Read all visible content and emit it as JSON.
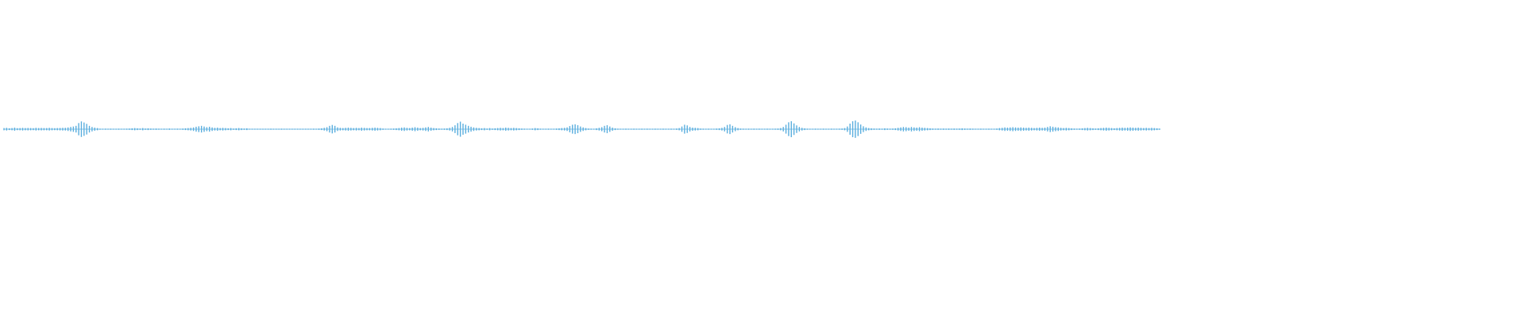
{
  "waveform": {
    "color": "#5aaede",
    "background": "#ffffff",
    "played_fraction": 0,
    "duration_fraction_drawn": 0.76,
    "amplitude_envelope": [
      0.1,
      0.12,
      0.08,
      0.1,
      0.14,
      0.09,
      0.1,
      0.12,
      0.1,
      0.11,
      0.1,
      0.09,
      0.12,
      0.1,
      0.11,
      0.1,
      0.1,
      0.12,
      0.1,
      0.09,
      0.1,
      0.11,
      0.12,
      0.12,
      0.16,
      0.2,
      0.24,
      0.3,
      0.55,
      0.7,
      0.6,
      0.48,
      0.3,
      0.2,
      0.14,
      0.1,
      0.05,
      0.04,
      0.05,
      0.04,
      0.05,
      0.04,
      0.04,
      0.05,
      0.04,
      0.04,
      0.05,
      0.06,
      0.08,
      0.1,
      0.08,
      0.06,
      0.1,
      0.06,
      0.08,
      0.06,
      0.05,
      0.06,
      0.05,
      0.04,
      0.05,
      0.04,
      0.06,
      0.04,
      0.04,
      0.05,
      0.04,
      0.06,
      0.08,
      0.1,
      0.12,
      0.16,
      0.22,
      0.26,
      0.3,
      0.24,
      0.18,
      0.22,
      0.16,
      0.12,
      0.14,
      0.1,
      0.12,
      0.1,
      0.08,
      0.1,
      0.06,
      0.08,
      0.1,
      0.08,
      0.06,
      0.08,
      0.04,
      0.03,
      0.04,
      0.03,
      0.03,
      0.04,
      0.03,
      0.04,
      0.05,
      0.04,
      0.03,
      0.04,
      0.05,
      0.03,
      0.03,
      0.04,
      0.03,
      0.03,
      0.04,
      0.03,
      0.03,
      0.04,
      0.03,
      0.04,
      0.05,
      0.04,
      0.06,
      0.08,
      0.12,
      0.18,
      0.3,
      0.38,
      0.3,
      0.16,
      0.12,
      0.1,
      0.12,
      0.14,
      0.12,
      0.1,
      0.12,
      0.1,
      0.14,
      0.12,
      0.1,
      0.1,
      0.12,
      0.14,
      0.12,
      0.1,
      0.06,
      0.04,
      0.04,
      0.05,
      0.06,
      0.08,
      0.1,
      0.14,
      0.16,
      0.12,
      0.1,
      0.14,
      0.18,
      0.14,
      0.1,
      0.12,
      0.16,
      0.2,
      0.14,
      0.1,
      0.08,
      0.06,
      0.05,
      0.06,
      0.08,
      0.12,
      0.2,
      0.35,
      0.55,
      0.68,
      0.5,
      0.4,
      0.3,
      0.22,
      0.16,
      0.12,
      0.1,
      0.08,
      0.1,
      0.06,
      0.1,
      0.06,
      0.08,
      0.1,
      0.12,
      0.1,
      0.14,
      0.12,
      0.1,
      0.12,
      0.1,
      0.08,
      0.06,
      0.05,
      0.04,
      0.03,
      0.06,
      0.1,
      0.08,
      0.05,
      0.04,
      0.04,
      0.05,
      0.04,
      0.04,
      0.06,
      0.08,
      0.1,
      0.12,
      0.16,
      0.28,
      0.4,
      0.44,
      0.36,
      0.24,
      0.16,
      0.1,
      0.06,
      0.05,
      0.04,
      0.08,
      0.12,
      0.18,
      0.3,
      0.36,
      0.24,
      0.14,
      0.08,
      0.05,
      0.04,
      0.04,
      0.05,
      0.04,
      0.04,
      0.05,
      0.04,
      0.04,
      0.05,
      0.04,
      0.05,
      0.04,
      0.04,
      0.05,
      0.04,
      0.04,
      0.05,
      0.04,
      0.04,
      0.05,
      0.04,
      0.06,
      0.1,
      0.24,
      0.4,
      0.34,
      0.2,
      0.14,
      0.12,
      0.1,
      0.06,
      0.05,
      0.04,
      0.05,
      0.04,
      0.04,
      0.06,
      0.08,
      0.12,
      0.2,
      0.38,
      0.44,
      0.3,
      0.18,
      0.1,
      0.06,
      0.05,
      0.04,
      0.05,
      0.04,
      0.05,
      0.04,
      0.05,
      0.04,
      0.04,
      0.05,
      0.04,
      0.04,
      0.05,
      0.06,
      0.1,
      0.2,
      0.4,
      0.62,
      0.72,
      0.52,
      0.34,
      0.2,
      0.12,
      0.08,
      0.05,
      0.04,
      0.04,
      0.05,
      0.04,
      0.04,
      0.05,
      0.04,
      0.04,
      0.05,
      0.04,
      0.04,
      0.05,
      0.06,
      0.1,
      0.24,
      0.5,
      0.72,
      0.78,
      0.62,
      0.42,
      0.26,
      0.16,
      0.1,
      0.08,
      0.06,
      0.05,
      0.06,
      0.05,
      0.08,
      0.06,
      0.05,
      0.06,
      0.08,
      0.12,
      0.16,
      0.2,
      0.18,
      0.14,
      0.2,
      0.16,
      0.14,
      0.18,
      0.14,
      0.12,
      0.1,
      0.08,
      0.06,
      0.05,
      0.06,
      0.05,
      0.06,
      0.05,
      0.06,
      0.05,
      0.06,
      0.05,
      0.06,
      0.08,
      0.06,
      0.05,
      0.06,
      0.05,
      0.04,
      0.04,
      0.05,
      0.04,
      0.04,
      0.05,
      0.04,
      0.04,
      0.06,
      0.1,
      0.12,
      0.16,
      0.14,
      0.16,
      0.18,
      0.16,
      0.14,
      0.16,
      0.14,
      0.12,
      0.14,
      0.12,
      0.1,
      0.12,
      0.14,
      0.12,
      0.14,
      0.2,
      0.26,
      0.22,
      0.18,
      0.16,
      0.12,
      0.1,
      0.12,
      0.1,
      0.08,
      0.06,
      0.05,
      0.06,
      0.08,
      0.1,
      0.12,
      0.1,
      0.08,
      0.06,
      0.08,
      0.1,
      0.12,
      0.14,
      0.12,
      0.1,
      0.08,
      0.1,
      0.12,
      0.14,
      0.12,
      0.14,
      0.16,
      0.14,
      0.12,
      0.14,
      0.12,
      0.1,
      0.12,
      0.1,
      0.12,
      0.1,
      0.08,
      0.06
    ]
  }
}
